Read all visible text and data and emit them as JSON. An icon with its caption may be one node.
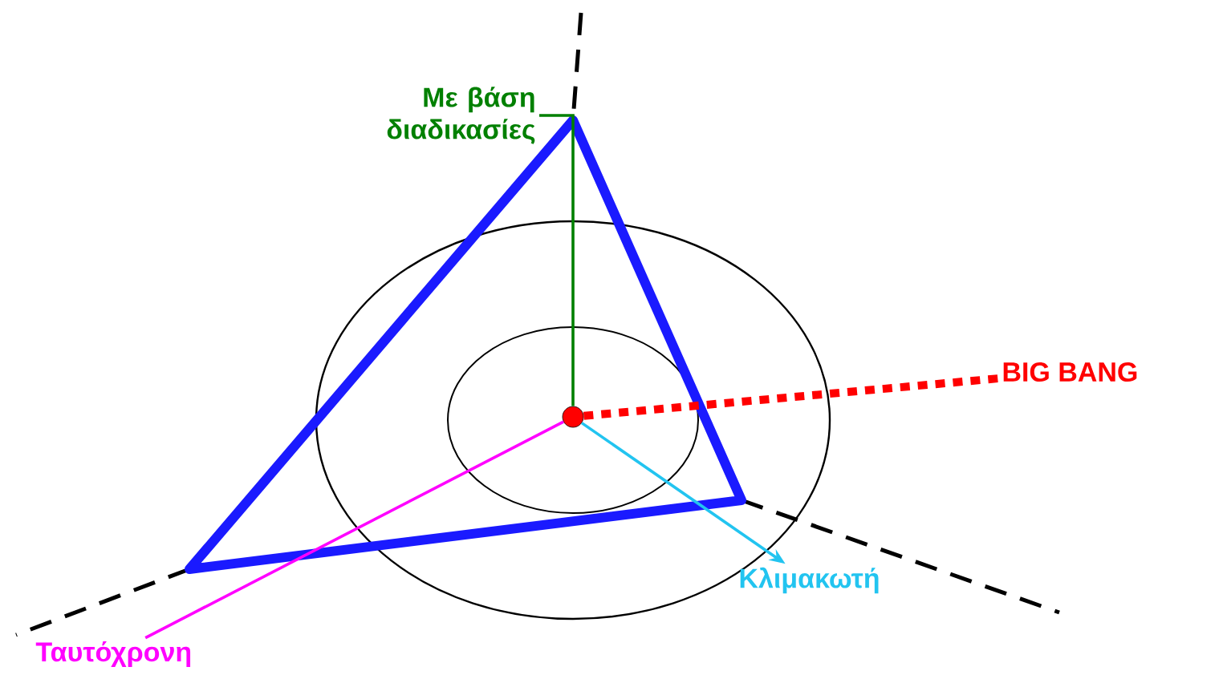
{
  "diagram": {
    "nodes": [
      {
        "text": [],
        "shape": "circle"
      },
      {
        "text": [
          "Με βάση διαδικασίες"
        ]
      },
      {
        "text": [
          "BIG BANG"
        ]
      },
      {
        "text": [
          "Κλιμακωτή"
        ]
      },
      {
        "text": [
          "Ταυτόχρονη"
        ]
      }
    ],
    "edges": [
      {
        "from": 0,
        "to": 1,
        "arrow": "none",
        "color": "#008000"
      },
      {
        "from": 0,
        "to": 2,
        "arrow": "none",
        "style": "dashed",
        "color": "#ff0000"
      },
      {
        "from": 0,
        "to": 3,
        "arrow": "to",
        "color": "#22c4f0"
      },
      {
        "from": 0,
        "to": 4,
        "arrow": "none",
        "color": "#ff00ff"
      }
    ]
  }
}
